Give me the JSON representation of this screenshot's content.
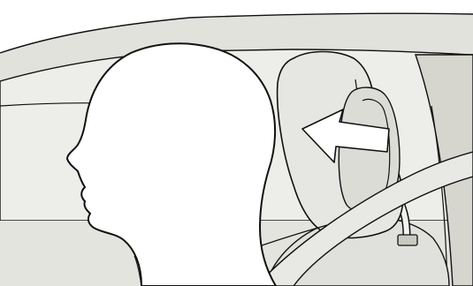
{
  "diagram": {
    "colors": {
      "roof": "#e2e2dc",
      "window": "#ededea",
      "pillar": "#d6d6cf",
      "headrest": "#e6e6e3",
      "headrest_inner": "#dcdcd7",
      "seat": "#e0e0dc",
      "belt": "#e8e8e5",
      "head": "#ffffff",
      "arrow": "#ffffff",
      "outline": "#111111",
      "dash": "#e4e4de"
    },
    "elements": {
      "head": "head-silhouette",
      "headrest": "headrest",
      "arrow": "adjust-arrow",
      "seatbelt": "seatbelt",
      "post": "headrest-post"
    }
  }
}
